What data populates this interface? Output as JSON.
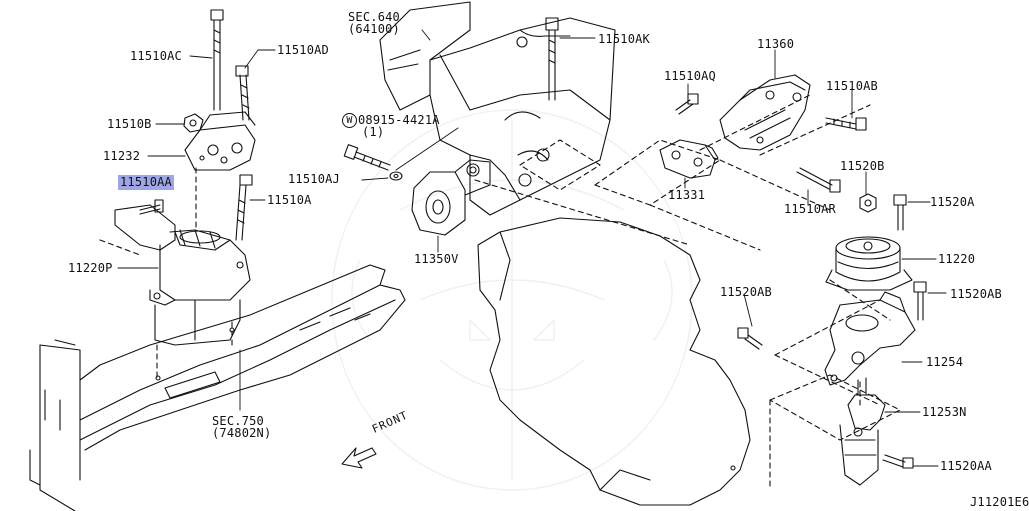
{
  "diagram": {
    "labels": {
      "sec640": "SEC.640",
      "sec640_sub": "(64100)",
      "p11510AC": "11510AC",
      "p11510AD": "11510AD",
      "p11510B": "11510B",
      "p11232": "11232",
      "p11510AA": "11510AA",
      "p11510A": "11510A",
      "p11220P": "11220P",
      "sec750": "SEC.750",
      "sec750_sub": "(74802N)",
      "front": "FRONT",
      "p11510AK": "11510AK",
      "washer_spec": "08915-4421A",
      "washer_spec_qty": "(1)",
      "washer_symbol": "W",
      "p11510AJ": "11510AJ",
      "p11350V": "11350V",
      "p11360": "11360",
      "p11510AQ": "11510AQ",
      "p11510AB": "11510AB",
      "p11331": "11331",
      "p11510AR": "11510AR",
      "p11520B": "11520B",
      "p11520A": "11520A",
      "p11220": "11220",
      "p11520AB_right": "11520AB",
      "p11520AB_left": "11520AB",
      "p11254": "11254",
      "p11253N": "11253N",
      "p11520AA": "11520AA",
      "figure_id": "J11201E6"
    },
    "highlight_color": "#9fa6e6",
    "line_color": "#111111"
  }
}
